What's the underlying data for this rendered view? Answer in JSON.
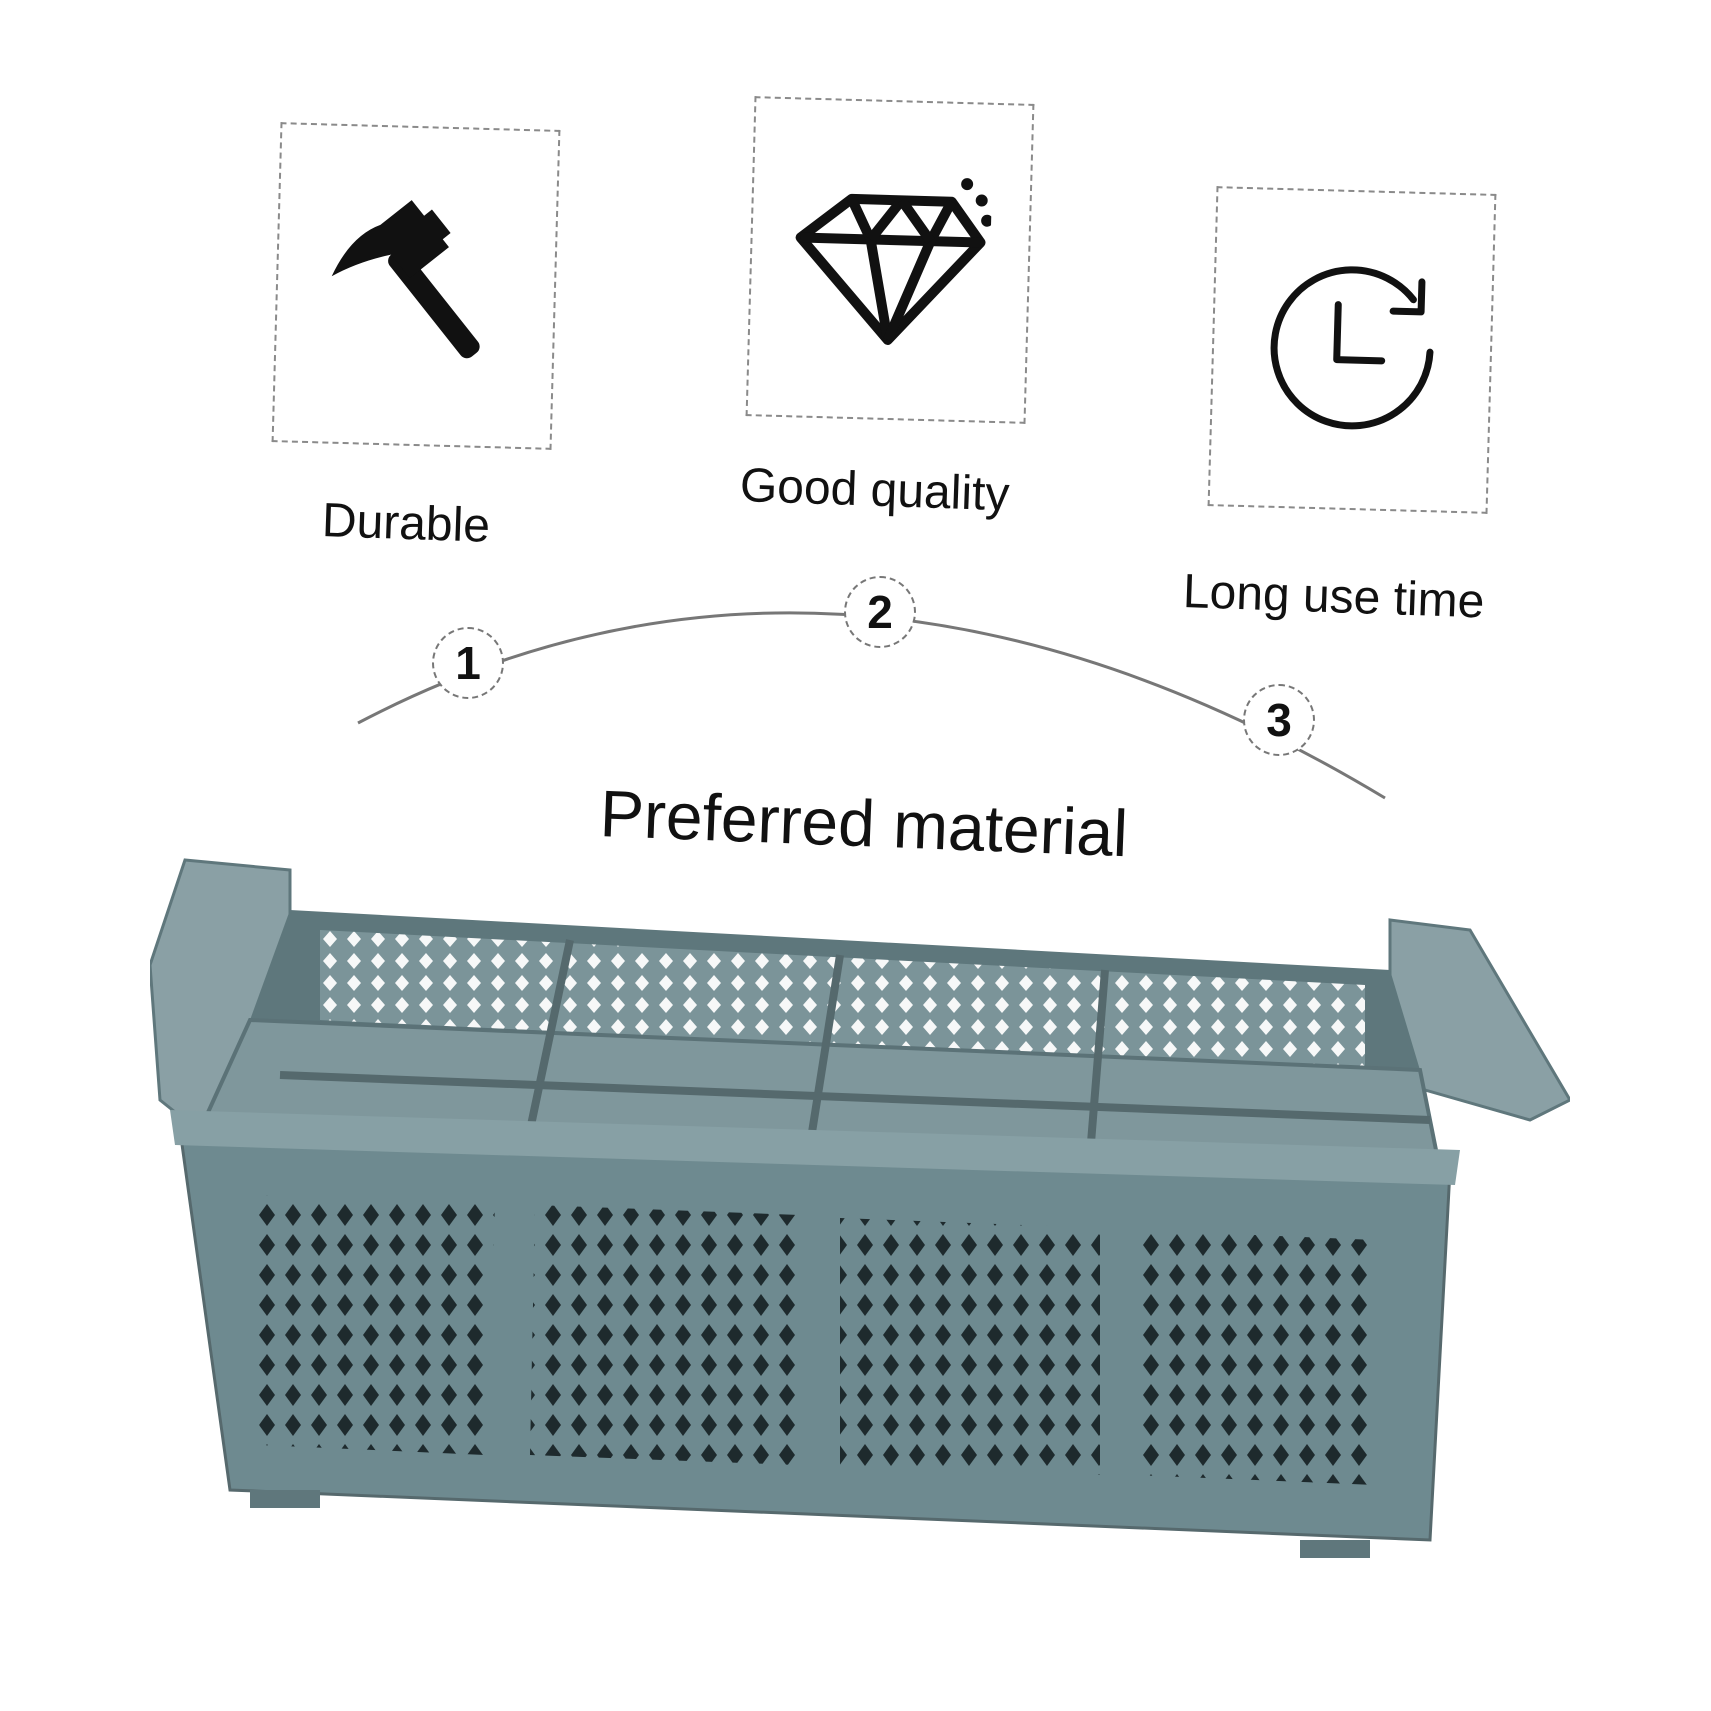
{
  "features": [
    {
      "icon": "hammer-icon",
      "label": "Durable",
      "step": "1"
    },
    {
      "icon": "diamond-icon",
      "label": "Good quality",
      "step": "2"
    },
    {
      "icon": "clock-refresh-icon",
      "label": "Long use time",
      "step": "3"
    }
  ],
  "headline": "Preferred material",
  "product": {
    "name": "cutlery-basket",
    "compartments": 8,
    "color": "#6e8a90"
  },
  "colors": {
    "icon": "#111111",
    "dashed_border": "#8a8a8a",
    "arc": "#777777"
  }
}
